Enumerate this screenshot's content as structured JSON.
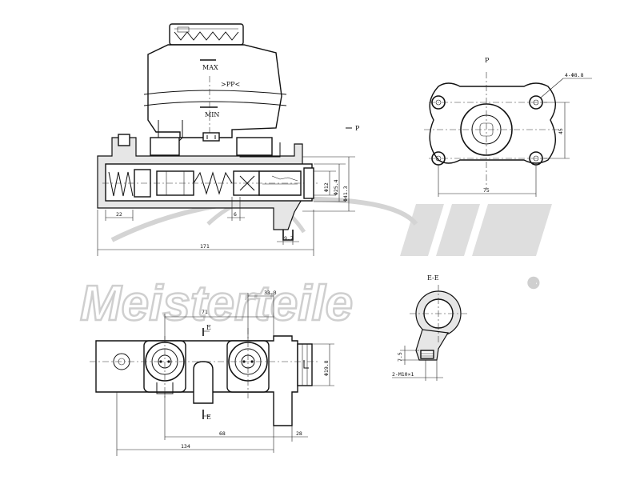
{
  "watermark": {
    "brand": "Meisterteile",
    "registered": "®"
  },
  "reservoir": {
    "max_label": "MAX",
    "min_label": "MIN",
    "mark_label": ">PP<"
  },
  "view_labels": {
    "p_arrow": "P",
    "p_view": "P",
    "section_view": "E-E",
    "section_arrow_top": "E",
    "section_arrow_bottom": "E"
  },
  "side_view_dims": {
    "overall_length": "171",
    "left_offset": "22",
    "spring_gap": "6",
    "flange_thickness": "9.7",
    "diam_bore": "Φ12",
    "diam_inner": "Φ25.4",
    "diam_outer": "Φ41.3"
  },
  "flange_dims": {
    "hole_callout": "4-Φ8.8",
    "width": "75",
    "height": "45"
  },
  "top_view_dims": {
    "port_spacing": "71",
    "flange_offset": "33.3",
    "port_offset": "68",
    "total_length": "134",
    "flange_width": "28",
    "diam": "Φ19.8"
  },
  "section_dims": {
    "thread": "2-M10×1",
    "height": "7.5"
  }
}
